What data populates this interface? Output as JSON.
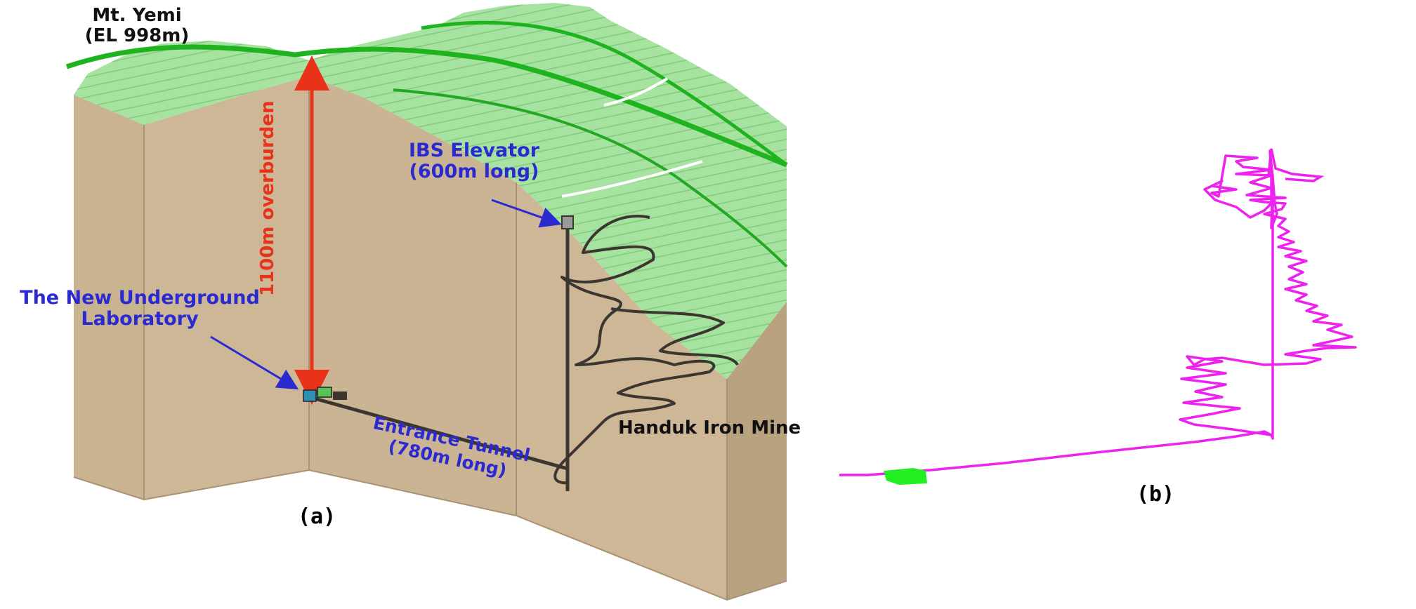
{
  "panel_a": {
    "summit": {
      "name": "Mt. Yemi",
      "elevation": "(EL 998m)"
    },
    "overburden": "1100m overburden",
    "elevator": {
      "name": "IBS Elevator",
      "length": "(600m long)"
    },
    "laboratory": {
      "line1": "The New Underground",
      "line2": "Laboratory"
    },
    "tunnel": {
      "name": "Entrance Tunnel",
      "length": "(780m long)"
    },
    "mine": "Handuk Iron Mine",
    "caption": "(a)"
  },
  "panel_b": {
    "caption": "(b)"
  },
  "colors": {
    "rock": "#cdb797",
    "rock_dark": "#b9a27f",
    "terrain": "#a7e3a0",
    "terrain_ridge": "#1fb31f",
    "overburden_arrow": "#e8321a",
    "label_blue": "#2a2ad0",
    "tunnel": "#3b3630",
    "survey_path": "#ee22ee",
    "lab_green": "#22ee22"
  }
}
